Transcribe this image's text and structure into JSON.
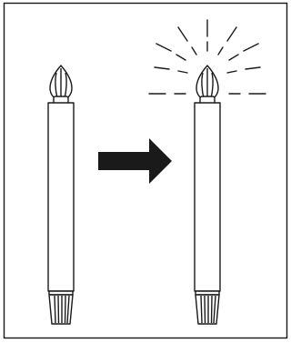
{
  "figure": {
    "stroke_color": "#1a1a1a",
    "background_color": "#ffffff",
    "panels": [
      {
        "state": "unlit",
        "icon": "candle-icon"
      },
      {
        "state": "lit",
        "icon": "candle-glowing-icon"
      }
    ],
    "connector": {
      "icon": "right-arrow-icon",
      "direction": "right"
    }
  }
}
